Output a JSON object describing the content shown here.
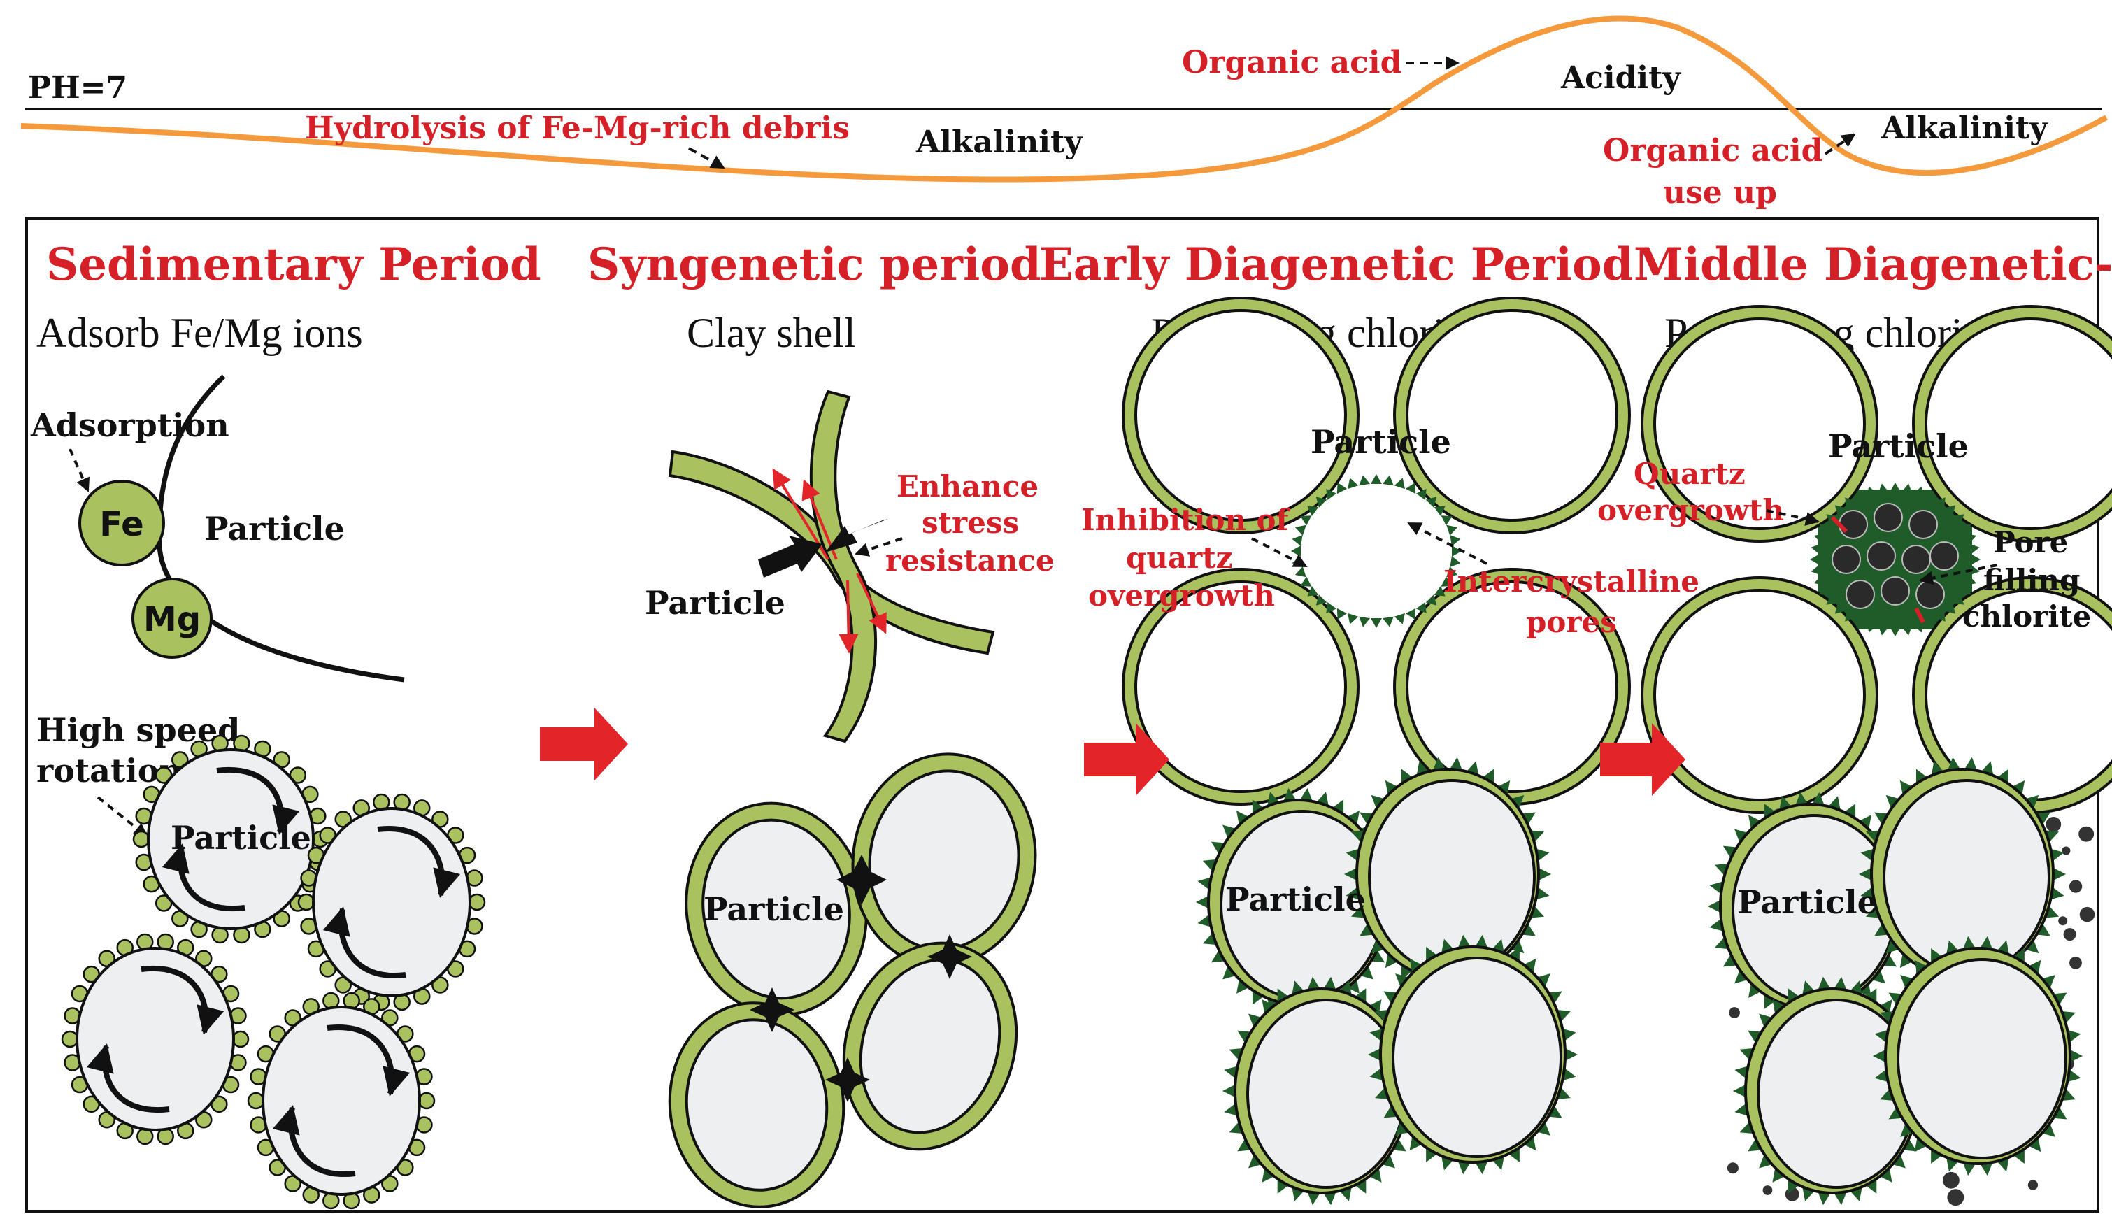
{
  "colors": {
    "shell": "#a9c15f",
    "particle": "#eeeff1",
    "chlorite": "#1f5c2a",
    "curve": "#f49a3d",
    "red": "#d62027",
    "arrow": "#e3252a"
  },
  "top": {
    "ph_label": "PH=7",
    "hydrolysis": "Hydrolysis of Fe-Mg-rich debris",
    "alkalinity_1": "Alkalinity",
    "organic_acid": "Organic acid",
    "acidity": "Acidity",
    "organic_acid_use_up_1": "Organic acid",
    "organic_acid_use_up_2": "use up",
    "alkalinity_2": "Alkalinity"
  },
  "panels": [
    {
      "title": "Sedimentary Period",
      "subtitle": "Adsorb Fe/Mg ions",
      "labels": {
        "adsorption": "Adsorption",
        "fe": "Fe",
        "mg": "Mg",
        "particle": "Particle",
        "high_speed_1": "High speed",
        "high_speed_2": "rotation",
        "particle_lower": "Particle"
      }
    },
    {
      "title": "Syngenetic period",
      "subtitle": "Clay shell",
      "labels": {
        "enhance_1": "Enhance",
        "enhance_2": "stress",
        "enhance_3": "resistance",
        "particle": "Particle",
        "particle_lower": "Particle"
      }
    },
    {
      "title": "Early Diagenetic Period",
      "subtitle": "Pore lining chlorite",
      "labels": {
        "particle": "Particle",
        "inhibition_1": "Inhibition of",
        "inhibition_2": "quartz",
        "inhibition_3": "overgrowth",
        "intercrystalline_1": "Intercrystalline",
        "intercrystalline_2": "pores",
        "particle_lower": "Particle"
      }
    },
    {
      "title": "Middle Diagenetic-B",
      "subtitle": "Pore filling chlorite",
      "labels": {
        "particle": "Particle",
        "quartz_1": "Quartz",
        "quartz_2": "overgrowth",
        "pore_1": "Pore",
        "pore_2": "filling",
        "pore_3": "chlorite",
        "particle_lower": "Particle"
      }
    }
  ]
}
